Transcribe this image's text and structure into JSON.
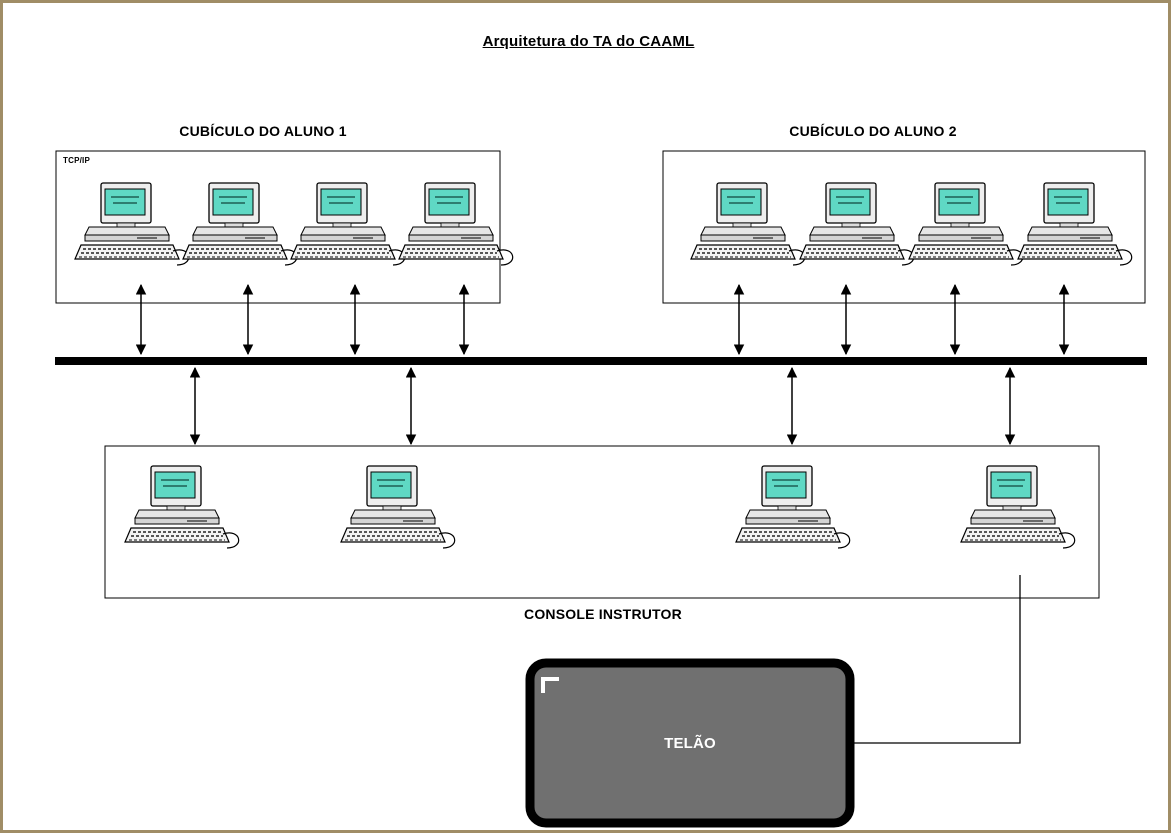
{
  "title": "Arquitetura do TA do CAAML",
  "groups": {
    "student1": {
      "label": "CUBÍCULO DO ALUNO 1",
      "protocol": "TCP/IP"
    },
    "student2": {
      "label": "CUBÍCULO DO ALUNO 2"
    },
    "console": {
      "label": "CONSOLE INSTRUTOR"
    }
  },
  "screen": {
    "label": "TELÃO"
  },
  "colors": {
    "monitor_screen": "#5fd8c4",
    "device_body": "#e9e9e9",
    "outline": "#000000",
    "screen_fill": "#707070",
    "frame": "#a08d66"
  },
  "icons": {
    "workstation": "computer-workstation-icon",
    "network": "network-bus-line"
  }
}
